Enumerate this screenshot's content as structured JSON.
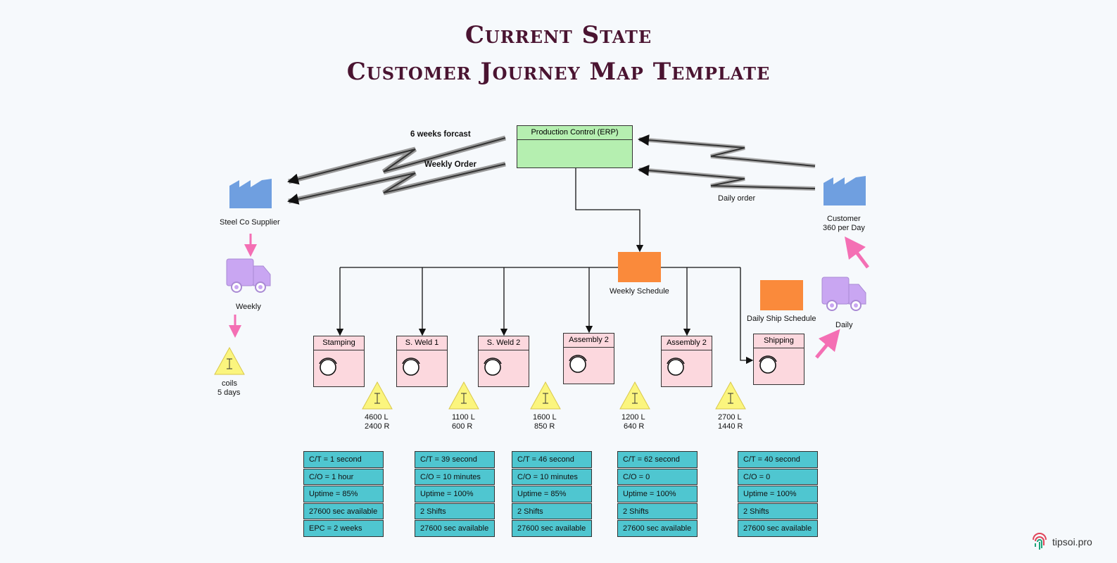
{
  "title": {
    "line1": "Current State",
    "line2": "Customer Journey Map Template"
  },
  "production_control": "Production Control (ERP)",
  "info_flows": {
    "forecast": "6 weeks forcast",
    "weekly_order": "Weekly Order",
    "daily_order": "Daily order"
  },
  "supplier": {
    "label": "Steel Co Supplier",
    "truck_label": "Weekly",
    "inventory_line1": "coils",
    "inventory_line2": "5 days"
  },
  "customer": {
    "line1": "Customer",
    "line2": "360 per Day",
    "truck_label": "Daily"
  },
  "schedules": {
    "weekly": "Weekly Schedule",
    "daily_ship": "Daily Ship Schedule"
  },
  "processes": [
    "Stamping",
    "S. Weld 1",
    "S. Weld 2",
    "Assembly 2",
    "Assembly 2",
    "Shipping"
  ],
  "inventories": [
    {
      "line1": "4600 L",
      "line2": "2400 R"
    },
    {
      "line1": "1100 L",
      "line2": "600 R"
    },
    {
      "line1": "1600 L",
      "line2": "850 R"
    },
    {
      "line1": "1200 L",
      "line2": "640 R"
    },
    {
      "line1": "2700 L",
      "line2": "1440 R"
    }
  ],
  "data_boxes": [
    [
      "C/T = 1 second",
      "C/O = 1 hour",
      "Uptime = 85%",
      "27600 sec available",
      "EPC = 2 weeks"
    ],
    [
      "C/T = 39 second",
      "C/O = 10 minutes",
      "Uptime = 100%",
      "2 Shifts",
      "27600 sec available"
    ],
    [
      "C/T = 46 second",
      "C/O = 10 minutes",
      "Uptime = 85%",
      "2 Shifts",
      "27600 sec available"
    ],
    [
      "C/T = 62 second",
      "C/O = 0",
      "Uptime = 100%",
      "2 Shifts",
      "27600 sec available"
    ],
    [
      "C/T = 40 second",
      "C/O = 0",
      "Uptime = 100%",
      "2 Shifts",
      "27600 sec available"
    ]
  ],
  "brand": "tipsoi.pro",
  "colors": {
    "title": "#4a1431",
    "factory": "#6f9fe0",
    "truck": "#c9a6f2",
    "arrow_pink": "#f46fb4",
    "inventory": "#fbf57e",
    "schedule": "#fa8a3b",
    "erp": "#b5efb0",
    "process": "#fcd8de",
    "data": "#4fc6d0"
  }
}
